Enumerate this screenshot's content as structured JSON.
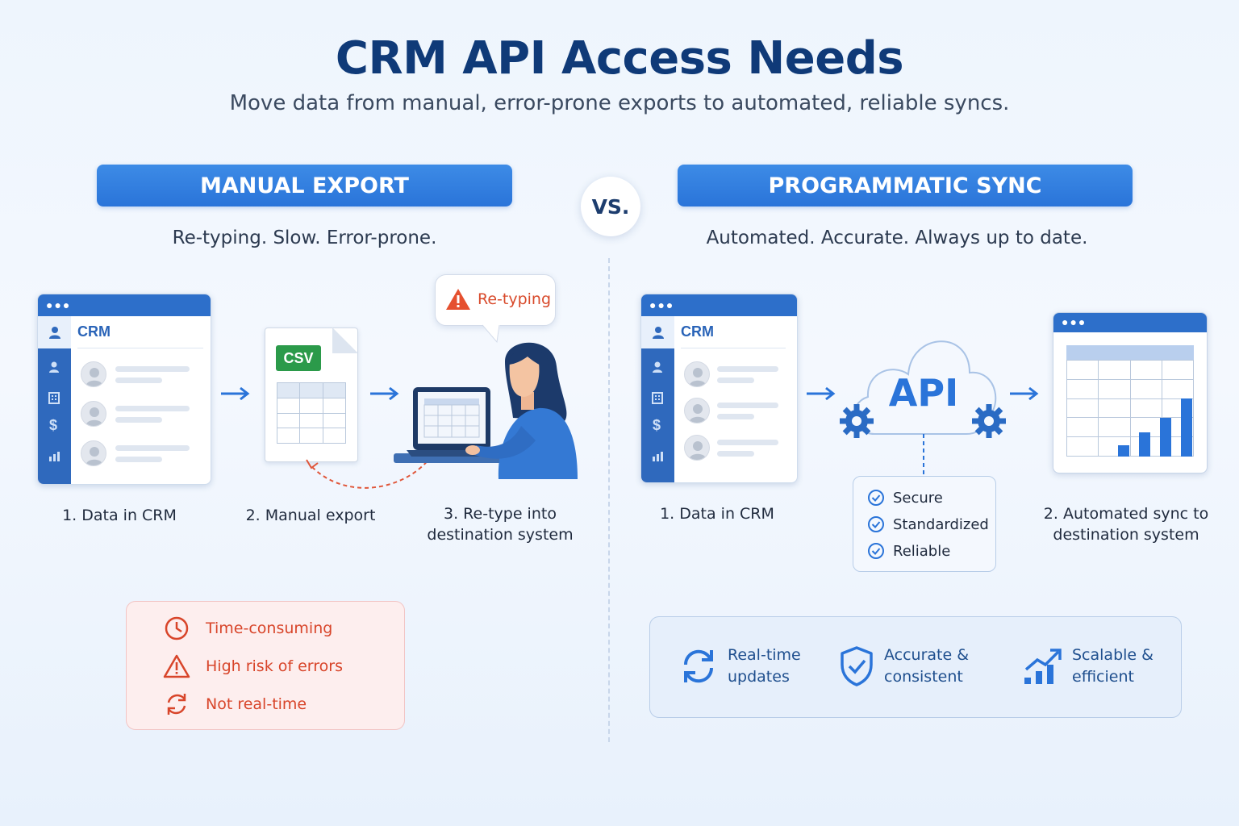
{
  "header": {
    "title": "CRM API Access Needs",
    "subtitle": "Move data from manual, error-prone exports to automated, reliable syncs."
  },
  "vs_label": "VS.",
  "manual": {
    "heading": "MANUAL EXPORT",
    "tagline": "Re-typing. Slow. Error-prone.",
    "crm_label": "CRM",
    "csv_label": "CSV",
    "bubble_label": "Re-typing",
    "steps": [
      "1. Data in CRM",
      "2. Manual export",
      "3. Re-type into",
      "destination system"
    ],
    "risks": [
      "Time-consuming",
      "High risk of errors",
      "Not real-time"
    ]
  },
  "programmatic": {
    "heading": "PROGRAMMATIC SYNC",
    "tagline": "Automated. Accurate. Always up to date.",
    "crm_label": "CRM",
    "api_label": "API",
    "checks": [
      "Secure",
      "Standardized",
      "Reliable"
    ],
    "steps": [
      "1. Data in CRM",
      "2. Automated sync to",
      "destination system"
    ],
    "benefits": [
      {
        "line1": "Real-time",
        "line2": "updates",
        "icon": "sync-icon"
      },
      {
        "line1": "Accurate &",
        "line2": "consistent",
        "icon": "shield-check-icon"
      },
      {
        "line1": "Scalable &",
        "line2": "efficient",
        "icon": "growth-chart-icon"
      }
    ]
  },
  "colors": {
    "brand_blue": "#2a74d9",
    "title_navy": "#0f3a78",
    "warning_red": "#d8452a",
    "csv_green": "#2b9a4a"
  }
}
